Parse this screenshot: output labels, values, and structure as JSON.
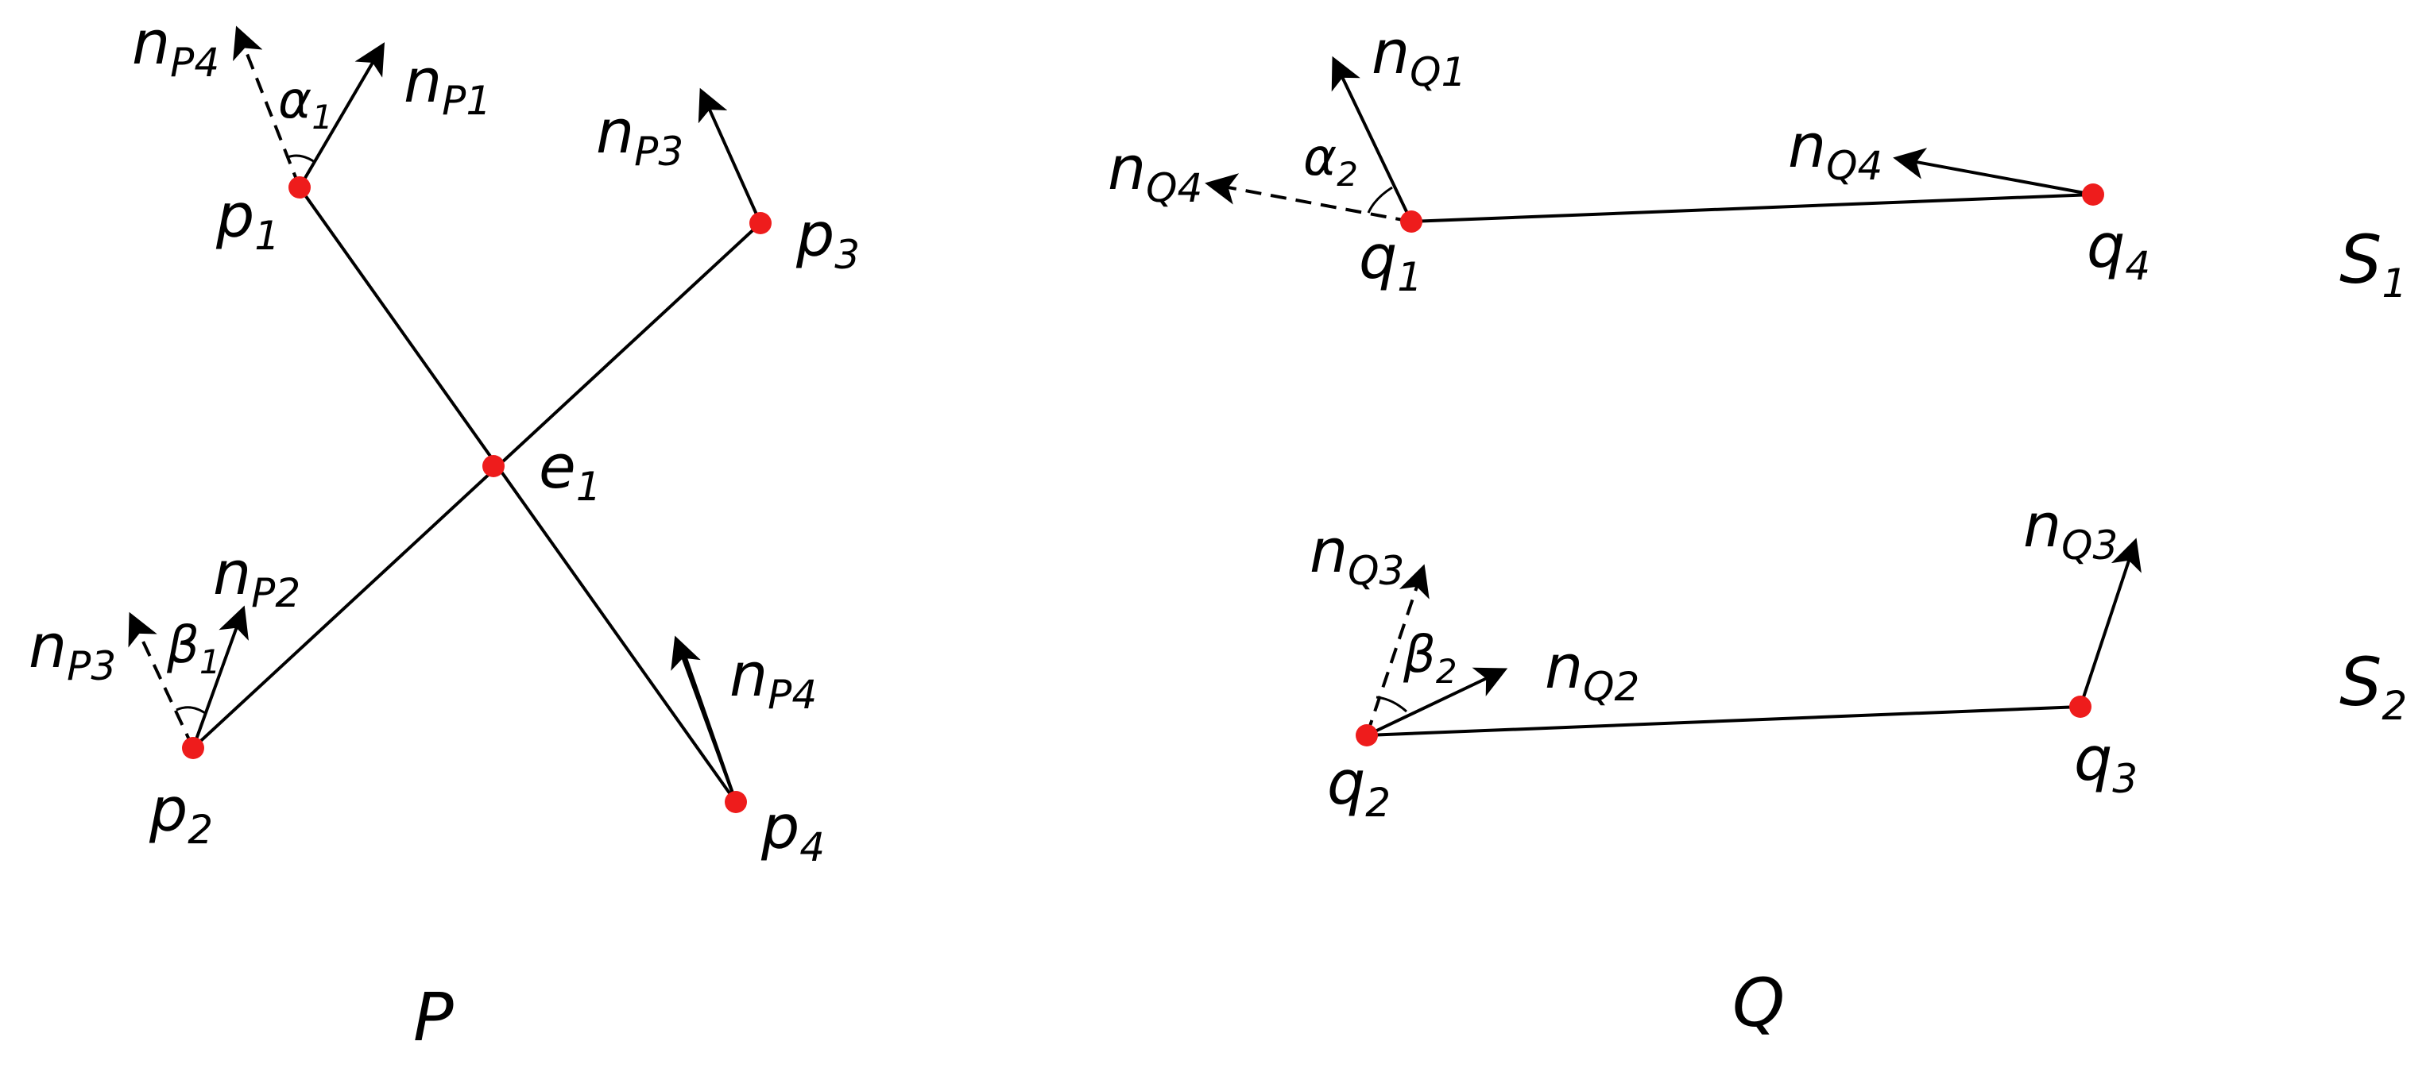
{
  "diagram": {
    "panels": {
      "P": {
        "title": "P"
      },
      "Q": {
        "title": "Q"
      }
    },
    "row_labels": [
      {
        "main": "S",
        "sub": "1"
      },
      {
        "main": "S",
        "sub": "2"
      }
    ],
    "point_labels": {
      "p1": {
        "main": "p",
        "sub": "1"
      },
      "p2": {
        "main": "p",
        "sub": "2"
      },
      "p3": {
        "main": "p",
        "sub": "3"
      },
      "p4": {
        "main": "p",
        "sub": "4"
      },
      "e1": {
        "main": "e",
        "sub": "1"
      },
      "q1": {
        "main": "q",
        "sub": "1"
      },
      "q2": {
        "main": "q",
        "sub": "2"
      },
      "q3": {
        "main": "q",
        "sub": "3"
      },
      "q4": {
        "main": "q",
        "sub": "4"
      }
    },
    "normal_labels": {
      "nP4_at_p1": {
        "main": "n",
        "sub": "P4"
      },
      "nP1_at_p1": {
        "main": "n",
        "sub": "P1"
      },
      "nP3_at_p3": {
        "main": "n",
        "sub": "P3"
      },
      "nP2_at_p2": {
        "main": "n",
        "sub": "P2"
      },
      "nP3_at_p2": {
        "main": "n",
        "sub": "P3"
      },
      "nP4_at_p4": {
        "main": "n",
        "sub": "P4"
      },
      "nQ1_at_q1": {
        "main": "n",
        "sub": "Q1"
      },
      "nQ4_at_q1": {
        "main": "n",
        "sub": "Q4"
      },
      "nQ4_at_q4": {
        "main": "n",
        "sub": "Q4"
      },
      "nQ3_at_q2": {
        "main": "n",
        "sub": "Q3"
      },
      "nQ2_at_q2": {
        "main": "n",
        "sub": "Q2"
      },
      "nQ3_at_q3": {
        "main": "n",
        "sub": "Q3"
      }
    },
    "angle_labels": {
      "alpha1": {
        "main": "α",
        "sub": "1"
      },
      "alpha2": {
        "main": "α",
        "sub": "2"
      },
      "beta1": {
        "main": "β",
        "sub": "1"
      },
      "beta2": {
        "main": "β",
        "sub": "2"
      }
    },
    "colors": {
      "point": "#ee1c1c",
      "stroke": "#000000"
    }
  }
}
